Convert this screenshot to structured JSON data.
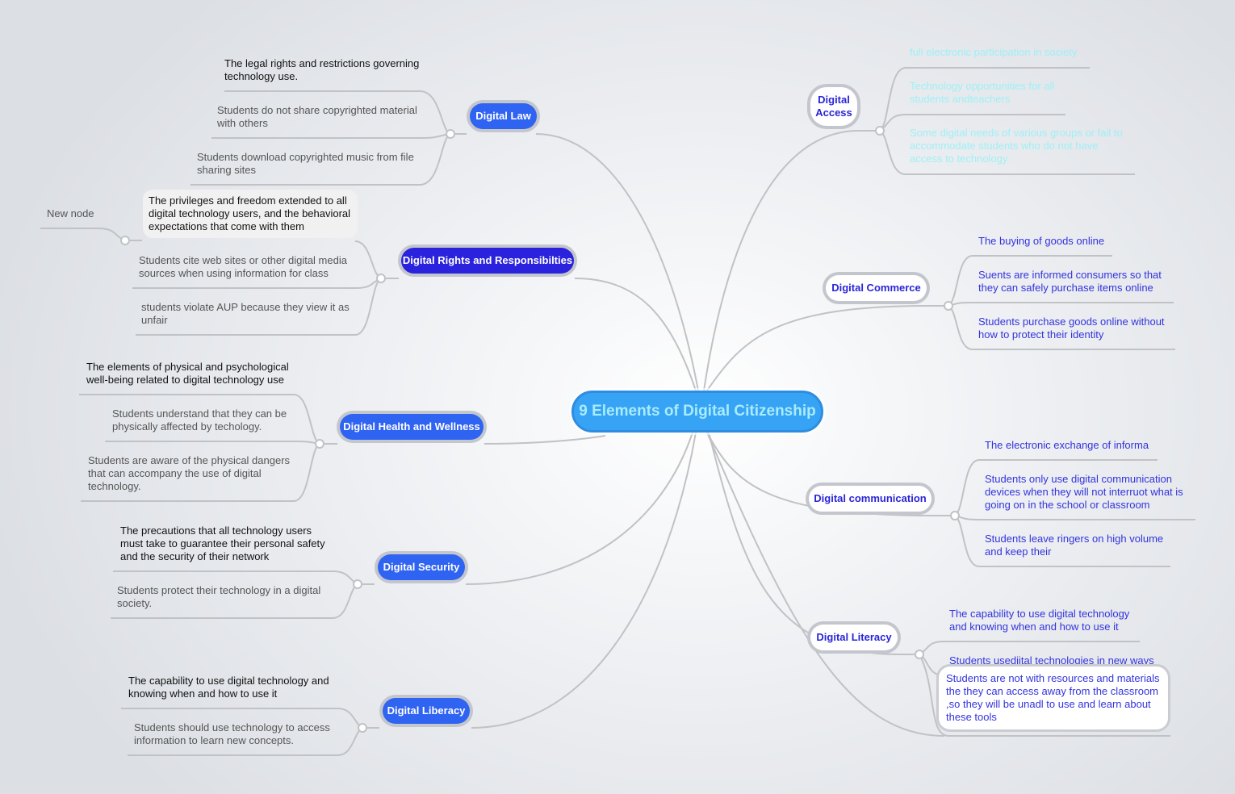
{
  "central": "9 Elements of Digital Citizenship",
  "topics": {
    "law": "Digital Law",
    "rights": "Digital Rights and Responsibilties",
    "health": "Digital Health and Wellness",
    "security": "Digital Security",
    "liberacy": "Digital Liberacy",
    "access": "Digital Access",
    "commerce": "Digital Commerce",
    "communication": "Digital communication",
    "literacy": "Digital Literacy"
  },
  "leaves": {
    "law_1": "The legal rights and restrictions governing technology use.",
    "law_2": "Students do not share copyrighted material with others",
    "law_3": "Students download copyrighted music from file sharing sites",
    "new_node": "New node",
    "rights_1": "The privileges and freedom extended to all digital technology users, and the behavioral expectations that come with them",
    "rights_2": "Students cite web sites or other digital media sources when using information for class",
    "rights_3": "students violate AUP because they view it as unfair",
    "health_1": "The elements of physical and psychological well-being related to digital technology use",
    "health_2": "Students understand that they can be physically affected by techology.",
    "health_3": "Students are aware of the physical dangers that can accompany the use of digital technology.",
    "security_1": "The precautions that all technology users must take to guarantee their personal safety and the security of their network",
    "security_2": "Students protect their technology in a digital society.",
    "liberacy_1": "The capability to use digital technology and knowing when and how to use it",
    "liberacy_2": "Students should use technology to access information to learn new concepts.",
    "access_1": "full electronic participation in society",
    "access_2": "Technology opportunities for all students andteachers",
    "access_3": "Some digital needs of various groups or fail to accommodate students who do not have access to technology",
    "commerce_1": "The buying of goods online",
    "commerce_2": "Suents are informed consumers so that they can safely purchase items online",
    "commerce_3": "Students purchase goods online without how to protect their identity",
    "comm_1": "The electronic exchange of informa",
    "comm_2": "Students only use digital communication devices when they will not interruot what is going on in the school or classroom",
    "comm_3": "Students leave ringers on high volume and keep their",
    "literacy_1": "The capability to use digital technology and knowing when and how to use it",
    "literacy_2": "Students usediital technologies in new ways",
    "literacy_3": "Students are not with resources and materials the they can access away from the classroom ,so they will be unadl to use and learn about these tools"
  },
  "colors": {
    "central_fill": "#37a3f5",
    "central_text": "#a8ecff",
    "topic_fill": "#2f63f2",
    "topic_fill_dark": "#2a22dd",
    "topic_outline_text": "#2a25d8",
    "leaf_blue": "#3333dd",
    "leaf_cyan": "#9ff0f6",
    "connector": "#c0c2c6"
  }
}
